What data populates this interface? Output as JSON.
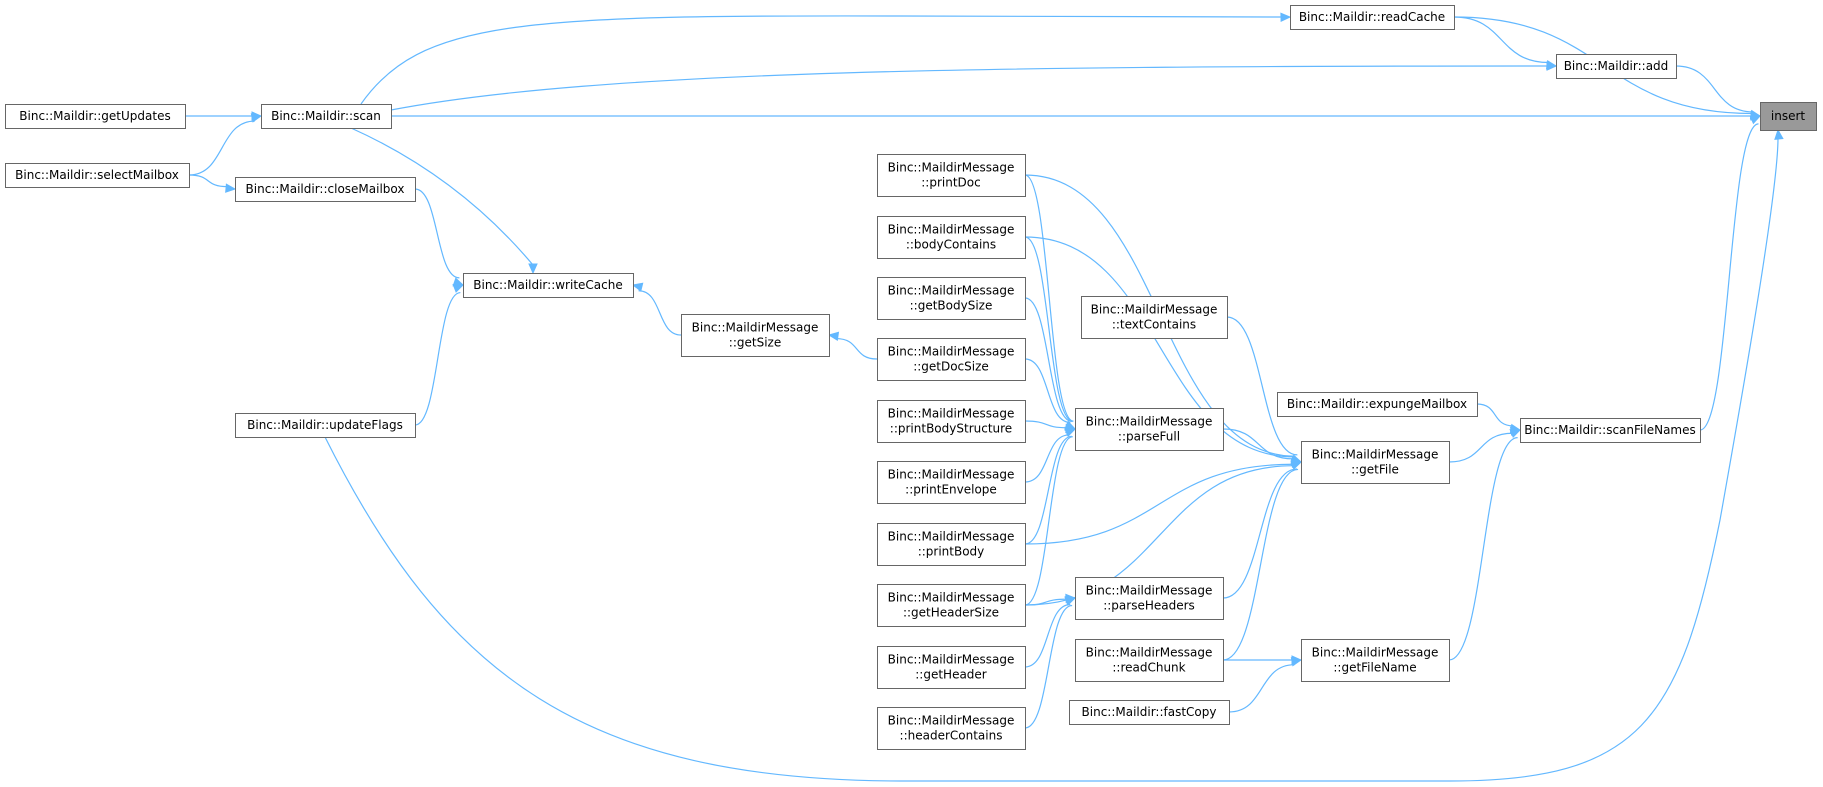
{
  "nodes": [
    {
      "id": "insert",
      "lines": [
        "insert"
      ],
      "target": true
    },
    {
      "id": "readCache",
      "lines": [
        "Binc::Maildir::readCache"
      ]
    },
    {
      "id": "add",
      "lines": [
        "Binc::Maildir::add"
      ]
    },
    {
      "id": "scan",
      "lines": [
        "Binc::Maildir::scan"
      ]
    },
    {
      "id": "getUpdates",
      "lines": [
        "Binc::Maildir::getUpdates"
      ]
    },
    {
      "id": "selectMailbox",
      "lines": [
        "Binc::Maildir::selectMailbox"
      ]
    },
    {
      "id": "closeMailbox",
      "lines": [
        "Binc::Maildir::closeMailbox"
      ]
    },
    {
      "id": "writeCache",
      "lines": [
        "Binc::Maildir::writeCache"
      ]
    },
    {
      "id": "updateFlags",
      "lines": [
        "Binc::Maildir::updateFlags"
      ]
    },
    {
      "id": "getSize",
      "lines": [
        "Binc::MaildirMessage",
        "::getSize"
      ]
    },
    {
      "id": "printDoc",
      "lines": [
        "Binc::MaildirMessage",
        "::printDoc"
      ]
    },
    {
      "id": "bodyContains",
      "lines": [
        "Binc::MaildirMessage",
        "::bodyContains"
      ]
    },
    {
      "id": "getBodySize",
      "lines": [
        "Binc::MaildirMessage",
        "::getBodySize"
      ]
    },
    {
      "id": "getDocSize",
      "lines": [
        "Binc::MaildirMessage",
        "::getDocSize"
      ]
    },
    {
      "id": "printBodyStructure",
      "lines": [
        "Binc::MaildirMessage",
        "::printBodyStructure"
      ]
    },
    {
      "id": "printEnvelope",
      "lines": [
        "Binc::MaildirMessage",
        "::printEnvelope"
      ]
    },
    {
      "id": "printBody",
      "lines": [
        "Binc::MaildirMessage",
        "::printBody"
      ]
    },
    {
      "id": "getHeaderSize",
      "lines": [
        "Binc::MaildirMessage",
        "::getHeaderSize"
      ]
    },
    {
      "id": "getHeader",
      "lines": [
        "Binc::MaildirMessage",
        "::getHeader"
      ]
    },
    {
      "id": "headerContains",
      "lines": [
        "Binc::MaildirMessage",
        "::headerContains"
      ]
    },
    {
      "id": "textContains",
      "lines": [
        "Binc::MaildirMessage",
        "::textContains"
      ]
    },
    {
      "id": "parseFull",
      "lines": [
        "Binc::MaildirMessage",
        "::parseFull"
      ]
    },
    {
      "id": "parseHeaders",
      "lines": [
        "Binc::MaildirMessage",
        "::parseHeaders"
      ]
    },
    {
      "id": "readChunk",
      "lines": [
        "Binc::MaildirMessage",
        "::readChunk"
      ]
    },
    {
      "id": "fastCopy",
      "lines": [
        "Binc::Maildir::fastCopy"
      ]
    },
    {
      "id": "expungeMailbox",
      "lines": [
        "Binc::Maildir::expungeMailbox"
      ]
    },
    {
      "id": "getFile",
      "lines": [
        "Binc::MaildirMessage",
        "::getFile"
      ]
    },
    {
      "id": "getFileName",
      "lines": [
        "Binc::MaildirMessage",
        "::getFileName"
      ]
    },
    {
      "id": "scanFileNames",
      "lines": [
        "Binc::Maildir::scanFileNames"
      ]
    }
  ],
  "edges": [
    {
      "from": "readCache",
      "to": "insert"
    },
    {
      "from": "add",
      "to": "insert"
    },
    {
      "from": "scan",
      "to": "insert"
    },
    {
      "from": "scanFileNames",
      "to": "insert"
    },
    {
      "from": "updateFlags",
      "to": "insert"
    },
    {
      "from": "readCache",
      "to": "add"
    },
    {
      "from": "scan",
      "to": "readCache"
    },
    {
      "from": "scan",
      "to": "add"
    },
    {
      "from": "getUpdates",
      "to": "scan"
    },
    {
      "from": "selectMailbox",
      "to": "scan"
    },
    {
      "from": "selectMailbox",
      "to": "closeMailbox"
    },
    {
      "from": "writeCache",
      "to": "scan"
    },
    {
      "from": "closeMailbox",
      "to": "writeCache"
    },
    {
      "from": "updateFlags",
      "to": "writeCache"
    },
    {
      "from": "getSize",
      "to": "writeCache"
    },
    {
      "from": "getDocSize",
      "to": "getSize"
    },
    {
      "from": "printDoc",
      "to": "parseFull"
    },
    {
      "from": "bodyContains",
      "to": "parseFull"
    },
    {
      "from": "getBodySize",
      "to": "parseFull"
    },
    {
      "from": "getDocSize",
      "to": "parseFull"
    },
    {
      "from": "printBodyStructure",
      "to": "parseFull"
    },
    {
      "from": "printEnvelope",
      "to": "parseFull"
    },
    {
      "from": "printBody",
      "to": "parseFull"
    },
    {
      "from": "getHeaderSize",
      "to": "parseFull"
    },
    {
      "from": "getHeaderSize",
      "to": "parseHeaders"
    },
    {
      "from": "getHeader",
      "to": "parseHeaders"
    },
    {
      "from": "headerContains",
      "to": "parseHeaders"
    },
    {
      "from": "printDoc",
      "to": "getFile"
    },
    {
      "from": "bodyContains",
      "to": "getFile"
    },
    {
      "from": "textContains",
      "to": "getFile"
    },
    {
      "from": "parseFull",
      "to": "getFile"
    },
    {
      "from": "printBody",
      "to": "getFile"
    },
    {
      "from": "getHeaderSize",
      "to": "getFile"
    },
    {
      "from": "parseHeaders",
      "to": "getFile"
    },
    {
      "from": "readChunk",
      "to": "getFile"
    },
    {
      "from": "readChunk",
      "to": "getFileName"
    },
    {
      "from": "fastCopy",
      "to": "getFileName"
    },
    {
      "from": "getFile",
      "to": "scanFileNames"
    },
    {
      "from": "getFileName",
      "to": "scanFileNames"
    },
    {
      "from": "expungeMailbox",
      "to": "scanFileNames"
    }
  ]
}
